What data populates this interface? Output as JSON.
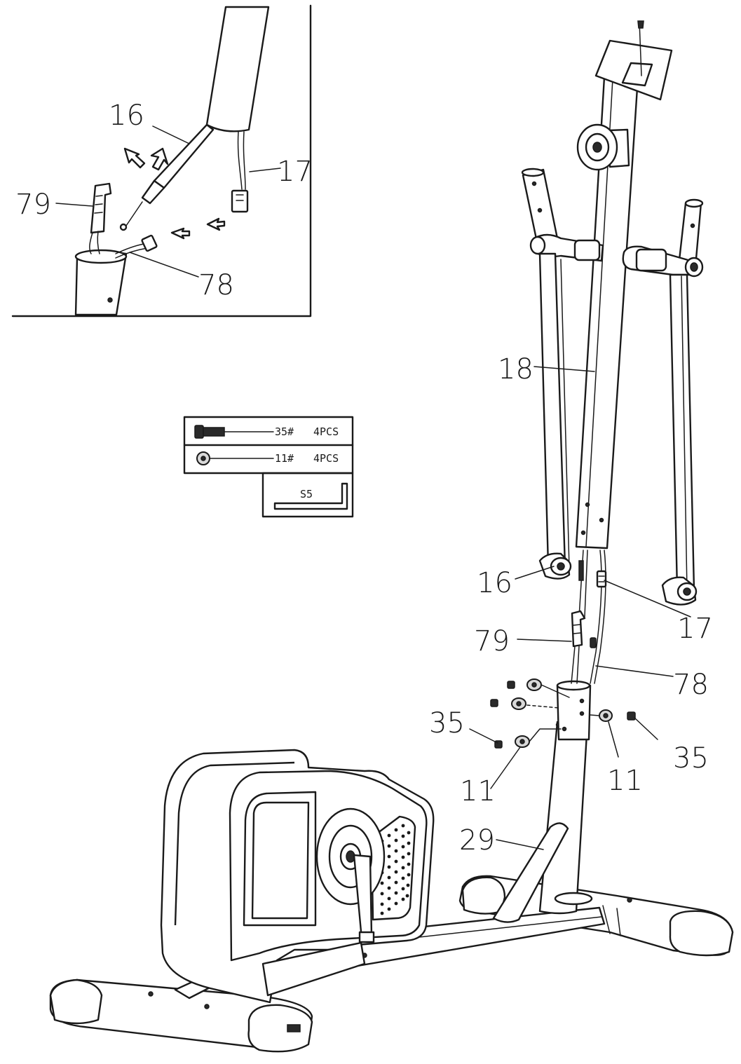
{
  "callouts": {
    "inset_16": "16",
    "inset_17": "17",
    "inset_79": "79",
    "inset_78": "78",
    "main_18": "18",
    "main_16": "16",
    "main_17": "17",
    "main_79": "79",
    "main_78": "78",
    "main_35_left": "35",
    "main_35_right": "35",
    "main_11_left": "11",
    "main_11_right": "11",
    "main_29": "29"
  },
  "hardware": {
    "bolt_spec": "35#",
    "bolt_qty": "4PCS",
    "washer_spec": "11#",
    "washer_qty": "4PCS",
    "tool_label": "S5"
  },
  "icons": {
    "bolt": "hex-bolt-icon",
    "washer": "washer-icon",
    "tool": "allen-key-icon"
  }
}
